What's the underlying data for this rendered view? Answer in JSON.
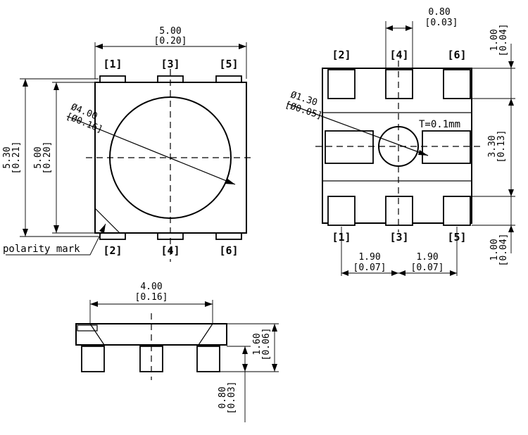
{
  "top_view": {
    "width_mm": "5.00",
    "width_in": "[0.20]",
    "outer_height_mm": "5.30",
    "outer_height_in": "[0.21]",
    "inner_height_mm": "5.00",
    "inner_height_in": "[0.20]",
    "diameter_mm": "Ø4.00",
    "diameter_in": "[Ø0.16]",
    "pins_top": [
      "[1]",
      "[3]",
      "[5]"
    ],
    "pins_bottom": [
      "[2]",
      "[4]",
      "[6]"
    ],
    "polarity_label": "polarity mark"
  },
  "bottom_view": {
    "pad_width_mm": "0.80",
    "pad_width_in": "[0.03]",
    "pad_length_mm": "1.00",
    "pad_length_in": "[0.04]",
    "pad_length2_mm": "1.00",
    "pad_length2_in": "[0.04]",
    "diameter_mm": "Ø1.30",
    "diameter_in": "[Ø0.05]",
    "thickness_label": "T=0.1mm",
    "span_mm": "3.30",
    "span_in": "[0.13]",
    "pitch_left_mm": "1.90",
    "pitch_left_in": "[0.07]",
    "pitch_right_mm": "1.90",
    "pitch_right_in": "[0.07]",
    "pins_top": [
      "[2]",
      "[4]",
      "[6]"
    ],
    "pins_bottom": [
      "[1]",
      "[3]",
      "[5]"
    ]
  },
  "side_view": {
    "width_mm": "4.00",
    "width_in": "[0.16]",
    "height_mm": "1.60",
    "height_in": "[0.06]",
    "pad_height_mm": "0.80",
    "pad_height_in": "[0.03]"
  }
}
